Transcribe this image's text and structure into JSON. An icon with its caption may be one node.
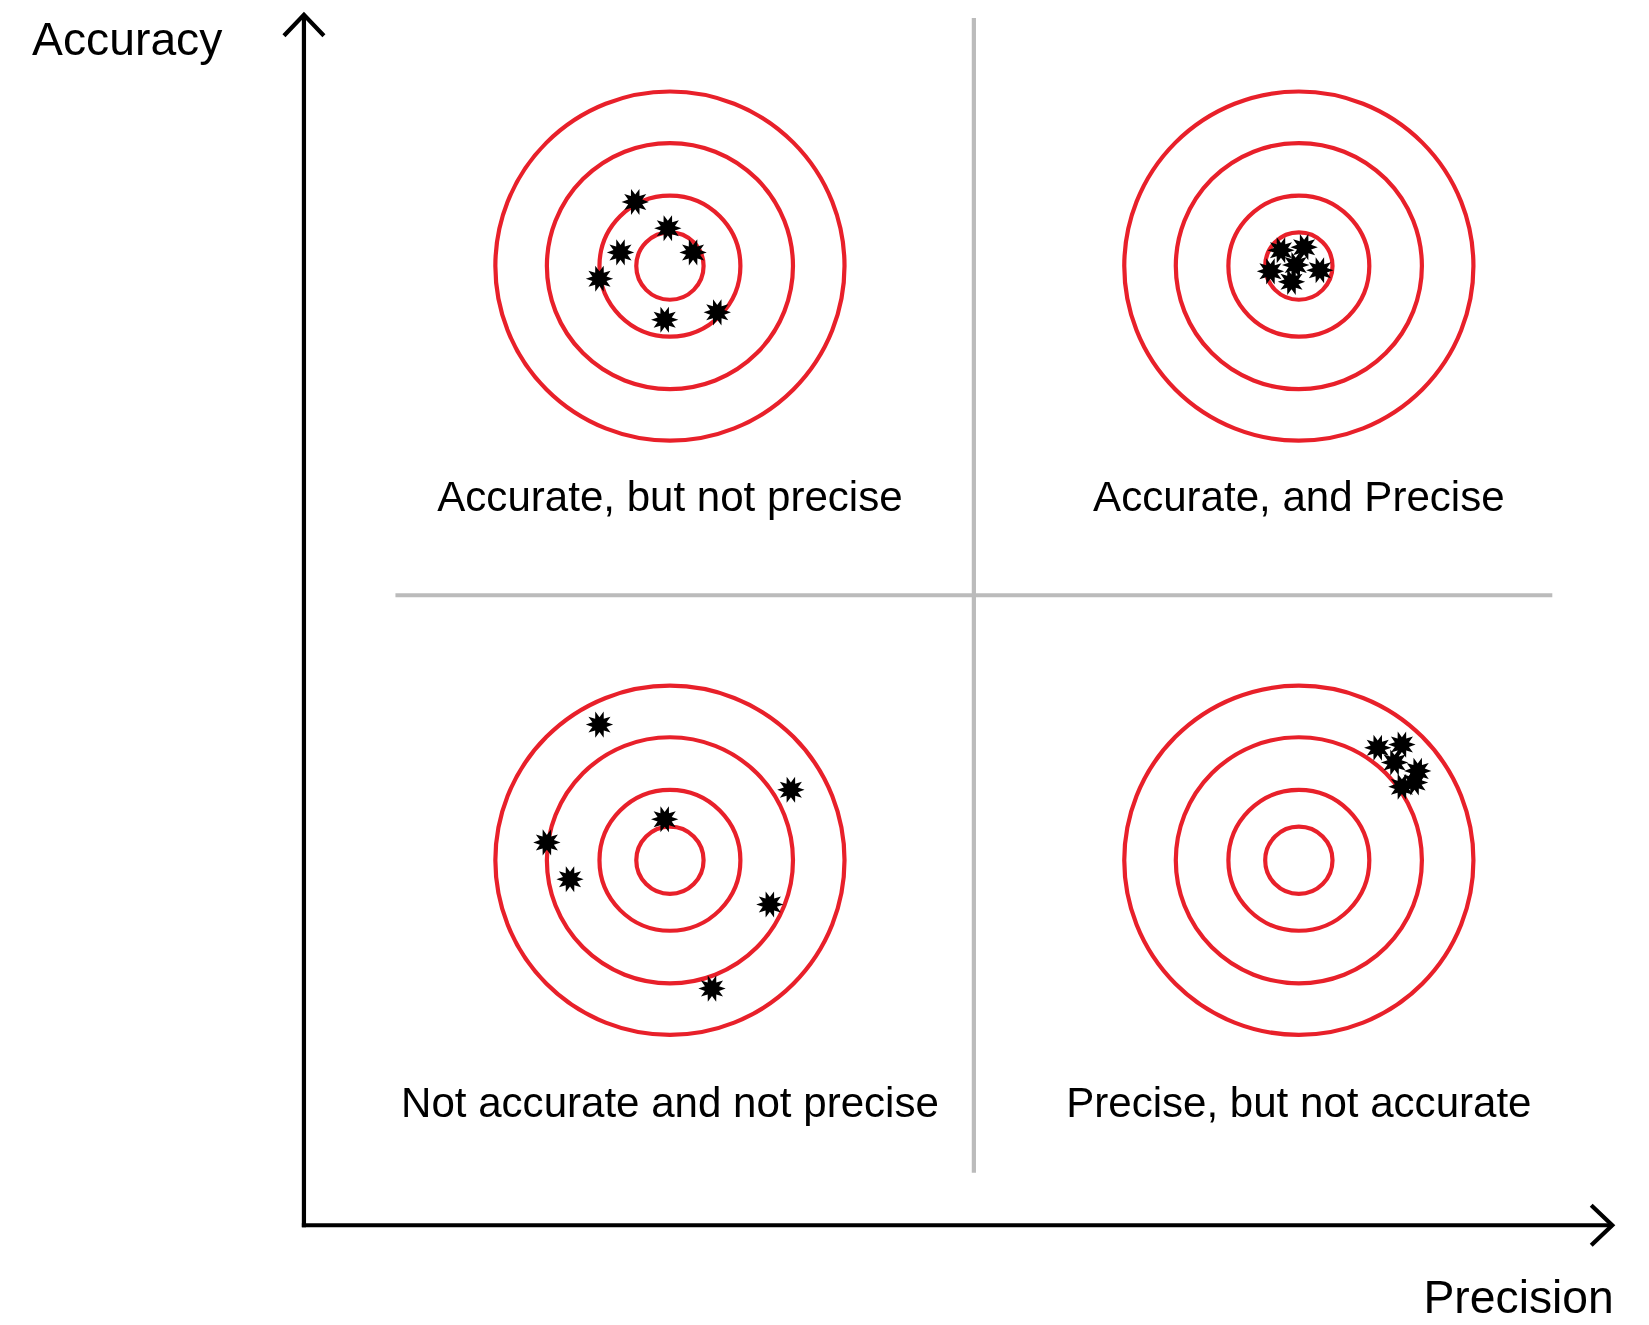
{
  "diagram": {
    "labels": [
      "Accuracy",
      "Accurate, but not precise",
      "Accurate, and Precise",
      "Not accurate and not precise",
      "Precise, but not accurate",
      "Precision"
    ]
  }
}
